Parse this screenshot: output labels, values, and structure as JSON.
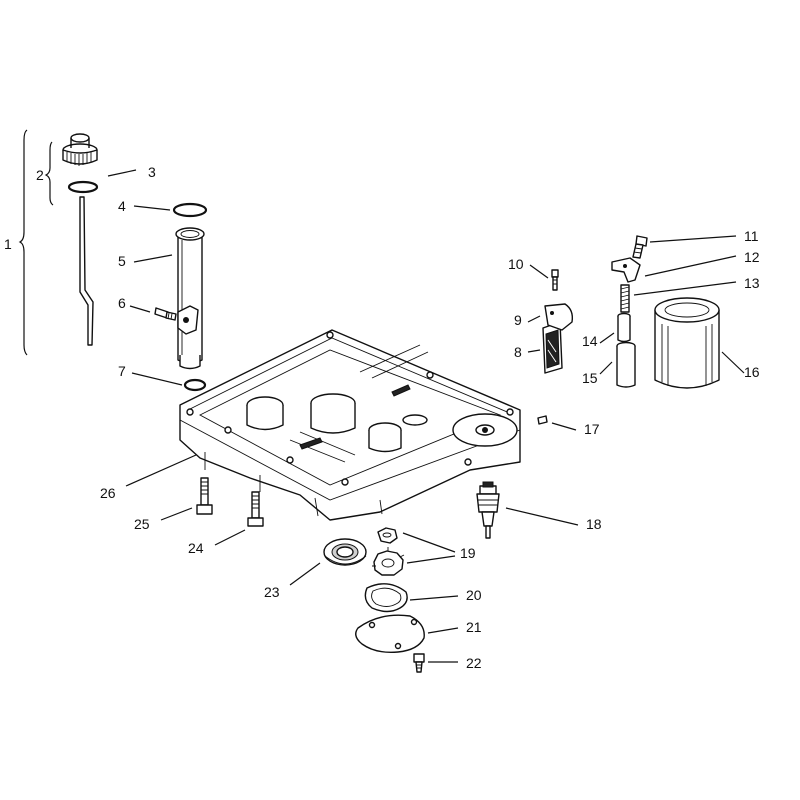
{
  "callouts": [
    "1",
    "2",
    "3",
    "4",
    "5",
    "6",
    "7",
    "8",
    "9",
    "10",
    "11",
    "12",
    "13",
    "14",
    "15",
    "16",
    "17",
    "18",
    "19",
    "20",
    "21",
    "22",
    "23",
    "24",
    "25",
    "26"
  ]
}
